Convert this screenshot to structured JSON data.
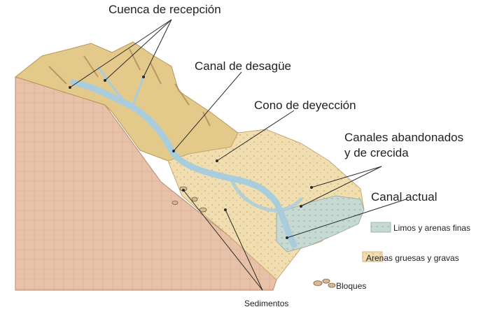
{
  "labels": {
    "cuenca": "Cuenca de recepción",
    "canal_desague": "Canal de desagüe",
    "cono": "Cono de deyección",
    "abandonados_1": "Canales abandonados",
    "abandonados_2": "y de crecida",
    "canal_actual": "Canal actual",
    "sedimentos": "Sedimentos"
  },
  "legend": [
    {
      "label": "Limos y arenas finas",
      "swatch": "silt-swatch"
    },
    {
      "label": "Arenas gruesas y gravas",
      "swatch": "sand-swatch"
    },
    {
      "label": "Bloques",
      "swatch": "boulders-swatch"
    }
  ],
  "colors": {
    "cliff": "#e8c2a8",
    "slope": "#e3c98a",
    "fan": "#f1deb0",
    "water": "#a9cddd",
    "silt": "#c7d9d3"
  }
}
